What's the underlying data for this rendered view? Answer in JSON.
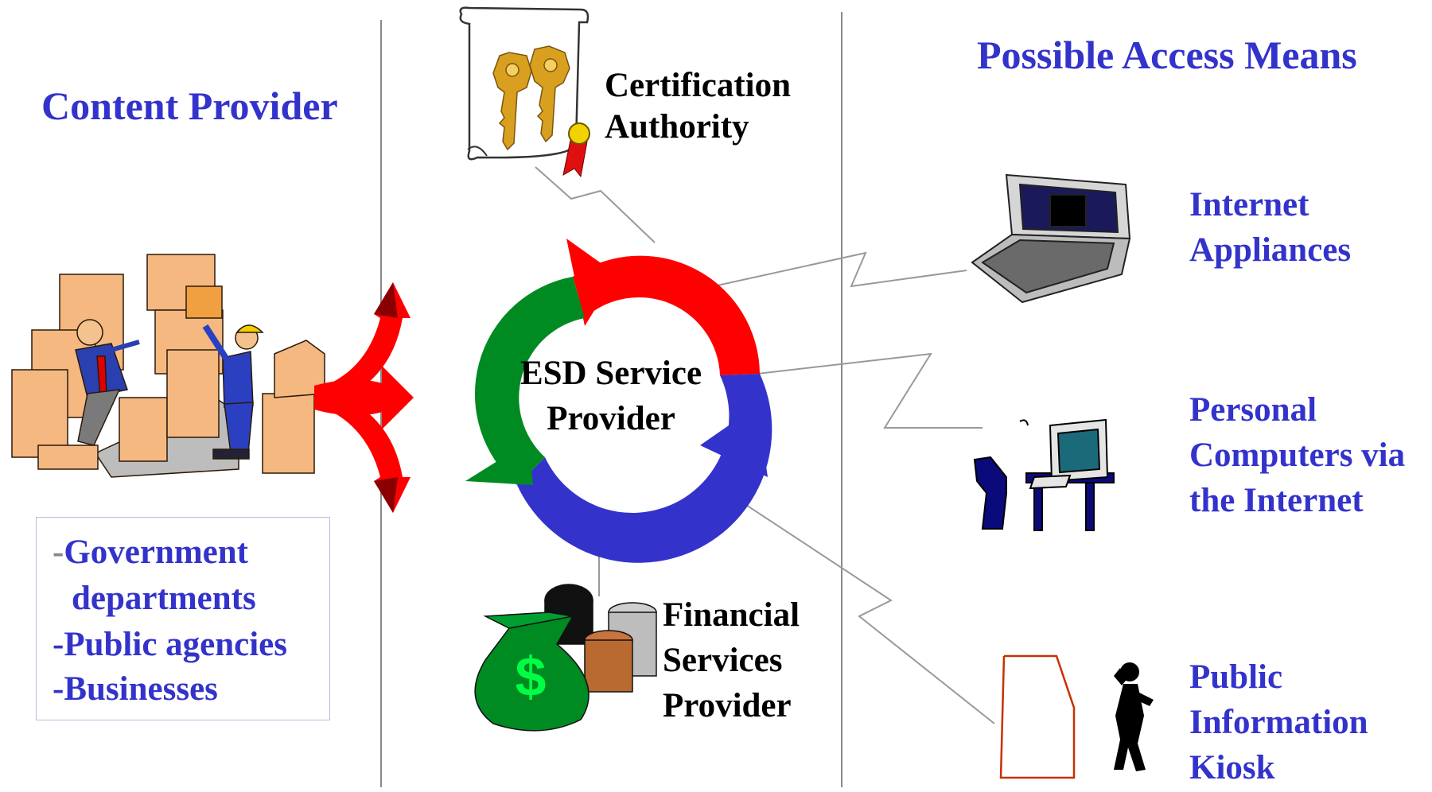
{
  "headings": {
    "content_provider": "Content Provider",
    "access_means": "Possible Access Means"
  },
  "center": {
    "cert_authority": [
      "Certification",
      "Authority"
    ],
    "esd_service_provider": [
      "ESD Service",
      "Provider"
    ],
    "financial_provider": [
      "Financial",
      "Services",
      "Provider"
    ]
  },
  "content_provider_types": [
    "Government",
    "departments",
    "Public agencies",
    "Businesses"
  ],
  "access_means": {
    "internet_appliances": [
      "Internet",
      "Appliances"
    ],
    "personal_computers": [
      "Personal",
      "Computers via",
      "the Internet"
    ],
    "kiosk": [
      "Public",
      "Information",
      "Kiosk"
    ]
  },
  "icons": [
    "certificate-keys-icon",
    "warehouse-workers-icon",
    "laptop-icon",
    "desktop-computer-icon",
    "kiosk-icon",
    "money-bag-coins-icon",
    "cycle-arrows-icon",
    "branching-arrow-icon"
  ],
  "colors": {
    "heading_blue": "#3333cc",
    "arrow_red": "#ff0000",
    "arrow_green": "#008a22",
    "arrow_blue": "#3333cc",
    "divider": "#888888"
  }
}
